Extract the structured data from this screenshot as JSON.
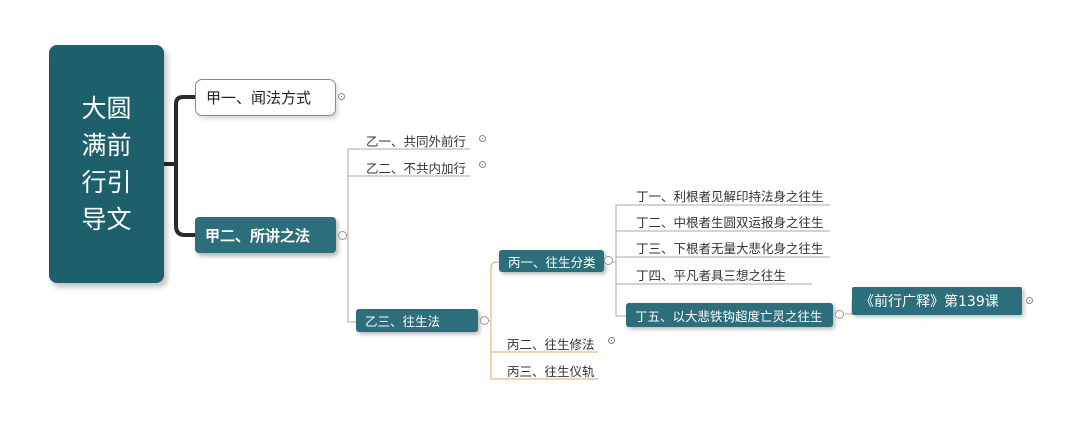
{
  "root": {
    "title": "大圆\n满前\n行引\n导文"
  },
  "jia": [
    {
      "label": "甲一、闻法方式"
    },
    {
      "label": "甲二、所讲之法"
    }
  ],
  "yi": [
    {
      "label": "乙一、共同外前行"
    },
    {
      "label": "乙二、不共内加行"
    },
    {
      "label": "乙三、往生法"
    }
  ],
  "bing": [
    {
      "label": "丙一、往生分类"
    },
    {
      "label": "丙二、往生修法"
    },
    {
      "label": "丙三、往生仪轨"
    }
  ],
  "ding": [
    {
      "label": "丁一、利根者见解印持法身之往生"
    },
    {
      "label": "丁二、中根者生圆双运报身之往生"
    },
    {
      "label": "丁三、下根者无量大悲化身之往生"
    },
    {
      "label": "丁四、平凡者具三想之往生"
    },
    {
      "label": "丁五、以大悲铁钩超度亡灵之往生"
    }
  ],
  "book": {
    "label": "《前行广释》第139课"
  },
  "colors": {
    "root_bg": "#1d5f6a",
    "node_fill": "#2c6e7b",
    "branch_dark": "#2a2a2a",
    "line_gray": "#aaaaaa",
    "line_orange": "#e6b87a"
  },
  "icons": {
    "collapse": "plus-circle-icon"
  }
}
